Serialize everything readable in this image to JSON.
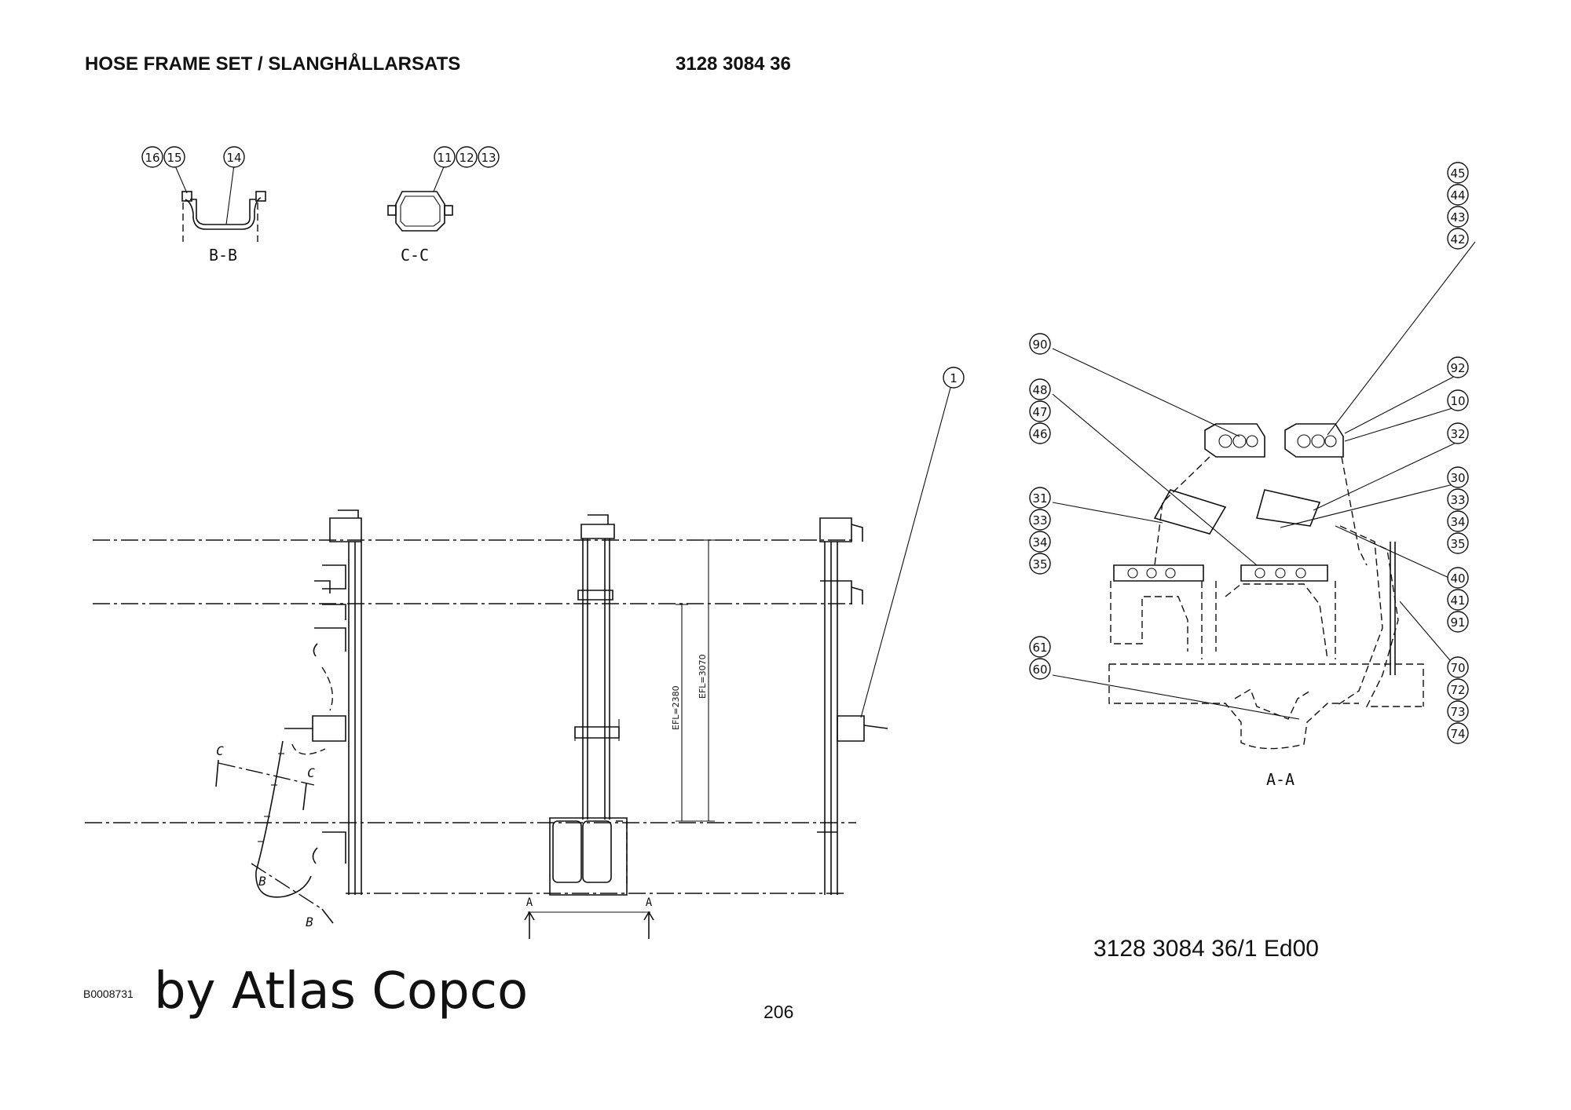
{
  "header": {
    "title": "HOSE FRAME SET / SLANGHÅLLARSATS",
    "part_number": "3128 3084 36"
  },
  "footer": {
    "drawing_number": "3128 3084 36/1  Ed00",
    "page_number": "206",
    "image_code": "B0008731",
    "brand": "by Atlas Copco"
  },
  "views": {
    "bb": "B-B",
    "cc": "C-C",
    "aa": "A-A"
  },
  "section_marks": {
    "c_left": "C",
    "c_right": "C",
    "b_left": "B",
    "b_right": "B",
    "a_left": "A",
    "a_right": "A"
  },
  "dimensions": {
    "efl_short": "EFL=2380",
    "efl_long": "EFL=3070"
  },
  "callouts": {
    "c16": "16",
    "c15": "15",
    "c14": "14",
    "c11": "11",
    "c12": "12",
    "c13": "13",
    "c1": "1",
    "c45": "45",
    "c44": "44",
    "c43": "43",
    "c42": "42",
    "c90": "90",
    "c92": "92",
    "c10": "10",
    "c48": "48",
    "c47": "47",
    "c46": "46",
    "c32": "32",
    "c31a": "31",
    "c33a": "33",
    "c34a": "34",
    "c35a": "35",
    "c30": "30",
    "c33b": "33",
    "c34b": "34",
    "c35b": "35",
    "c40": "40",
    "c41": "41",
    "c91": "91",
    "c61": "61",
    "c60": "60",
    "c70": "70",
    "c72": "72",
    "c73": "73",
    "c74": "74"
  }
}
